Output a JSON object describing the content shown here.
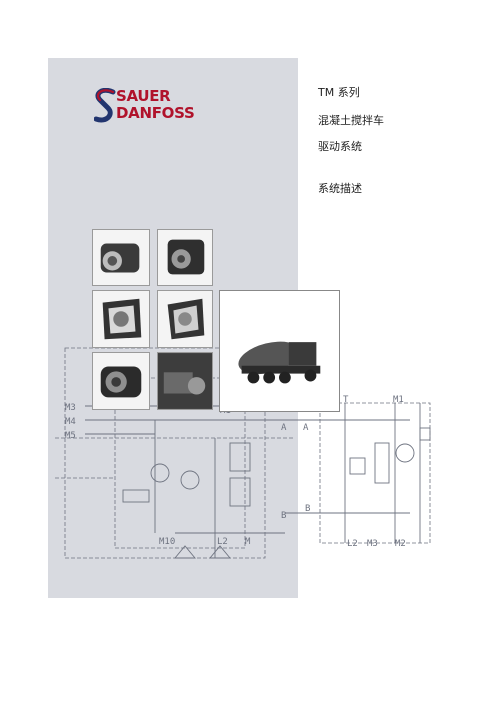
{
  "brand": {
    "line1": "SAUER",
    "line2": "DANFOSS",
    "color": "#b0122b"
  },
  "titles": {
    "series": "TM 系列",
    "line2": "混凝土搅拌车",
    "line3": "驱动系统",
    "subtitle": "系统描述"
  },
  "schematic_labels": {
    "m3": "M3",
    "m4": "M4",
    "m5": "M5",
    "m1_top": "M1",
    "m2_top": "M2",
    "port_a": "A",
    "port_a2": "A",
    "port_b": "B",
    "port_b2": "B",
    "port_t": "T",
    "m1_right": "M1",
    "m10": "M10",
    "l2": "L2",
    "m_bot": "M",
    "l2_right": "L2",
    "m3_right": "M3",
    "m2_right": "M2"
  },
  "colors": {
    "panel": "#d8dae0",
    "schematic": "#6e7380"
  }
}
